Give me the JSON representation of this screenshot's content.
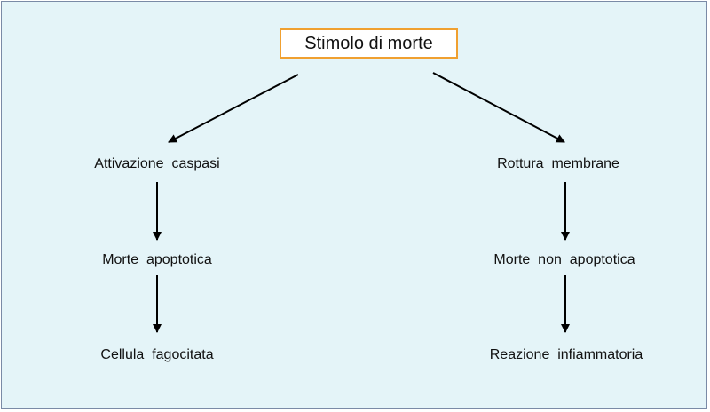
{
  "diagram": {
    "root": "Stimolo di morte",
    "left_branch": {
      "step1": "Attivazione  caspasi",
      "step2": "Morte  apoptotica",
      "step3": "Cellula  fagocitata"
    },
    "right_branch": {
      "step1": "Rottura  membrane",
      "step2": "Morte  non  apoptotica",
      "step3": "Reazione  infiammatoria"
    }
  },
  "colors": {
    "background": "#e4f4f8",
    "frame_border": "#7a8aa6",
    "root_border": "#f0a030",
    "arrow": "#000000"
  }
}
